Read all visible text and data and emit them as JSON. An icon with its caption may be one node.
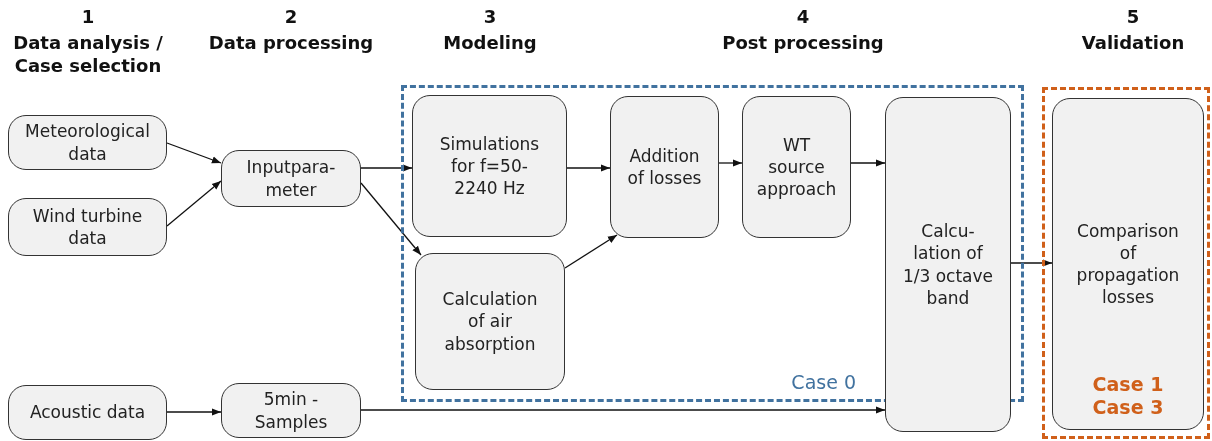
{
  "diagram": {
    "nodes": [
      {
        "text": [
          "Meteorological data"
        ]
      },
      {
        "text": [
          "Wind turbine data"
        ]
      },
      {
        "text": [
          "Acoustic data"
        ]
      },
      {
        "text": [
          "Inputpara- meter"
        ]
      },
      {
        "text": [
          "5min - Samples"
        ]
      },
      {
        "text": [
          "Case 0"
        ]
      },
      {
        "text": [
          "Simulations for f=50- 2240 Hz"
        ],
        "in": 5
      },
      {
        "text": [
          "Calculation of air absorption"
        ],
        "in": 5
      },
      {
        "text": [
          "Addition of losses"
        ],
        "in": 5
      },
      {
        "text": [
          "WT source approach"
        ],
        "in": 5
      },
      {
        "text": [
          "Calcu- lation of 1/3 octave band"
        ]
      },
      {
        "text": [],
        "shape": "box"
      },
      {
        "text": [
          "Comparison of propagation losses",
          "Case 1",
          "Case 3"
        ],
        "in": 11
      }
    ],
    "edges": [
      {
        "from": 0,
        "to": 3,
        "arrow": "to"
      },
      {
        "from": 1,
        "to": 3,
        "arrow": "to"
      },
      {
        "from": 3,
        "to": 6,
        "arrow": "to"
      },
      {
        "from": 3,
        "to": 7,
        "arrow": "to"
      },
      {
        "from": 6,
        "to": 8,
        "arrow": "to"
      },
      {
        "from": 7,
        "to": 8,
        "arrow": "to"
      },
      {
        "from": 8,
        "to": 9,
        "arrow": "to"
      },
      {
        "from": 9,
        "to": 10,
        "arrow": "to"
      },
      {
        "from": 10,
        "to": 12,
        "arrow": "to"
      },
      {
        "from": 2,
        "to": 4,
        "arrow": "to"
      },
      {
        "from": 4,
        "to": 10,
        "arrow": "to"
      }
    ],
    "labels": [
      "1",
      "Data analysis / Case selection",
      "2",
      "Data processing",
      "3",
      "Modeling",
      "4",
      "Post processing",
      "5",
      "Validation"
    ]
  }
}
